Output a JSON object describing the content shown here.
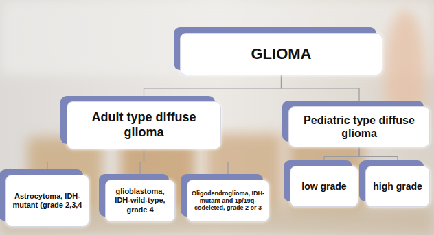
{
  "diagram": {
    "nodes": [
      {
        "text": [
          "GLIOMA"
        ]
      },
      {
        "text": [
          "Adult type diffuse glioma"
        ]
      },
      {
        "text": [
          "Pediatric type diffuse glioma"
        ]
      },
      {
        "text": [
          "Astrocytoma, IDH- mutant (grade 2,3,4"
        ]
      },
      {
        "text": [
          "glioblastoma, IDH-wild-type, grade 4"
        ]
      },
      {
        "text": [
          "Oligodendroglioma, IDH-mutant and 1p/19q-codeleted, grade 2 or 3"
        ]
      },
      {
        "text": [
          "low grade"
        ]
      },
      {
        "text": [
          "high grade"
        ]
      }
    ],
    "edges": [
      {
        "from": 0,
        "to": 1,
        "arrow": "none"
      },
      {
        "from": 0,
        "to": 2,
        "arrow": "none"
      },
      {
        "from": 1,
        "to": 3,
        "arrow": "none"
      },
      {
        "from": 1,
        "to": 4,
        "arrow": "none"
      },
      {
        "from": 1,
        "to": 5,
        "arrow": "none"
      },
      {
        "from": 2,
        "to": 6,
        "arrow": "none"
      },
      {
        "from": 2,
        "to": 7,
        "arrow": "none"
      }
    ]
  }
}
